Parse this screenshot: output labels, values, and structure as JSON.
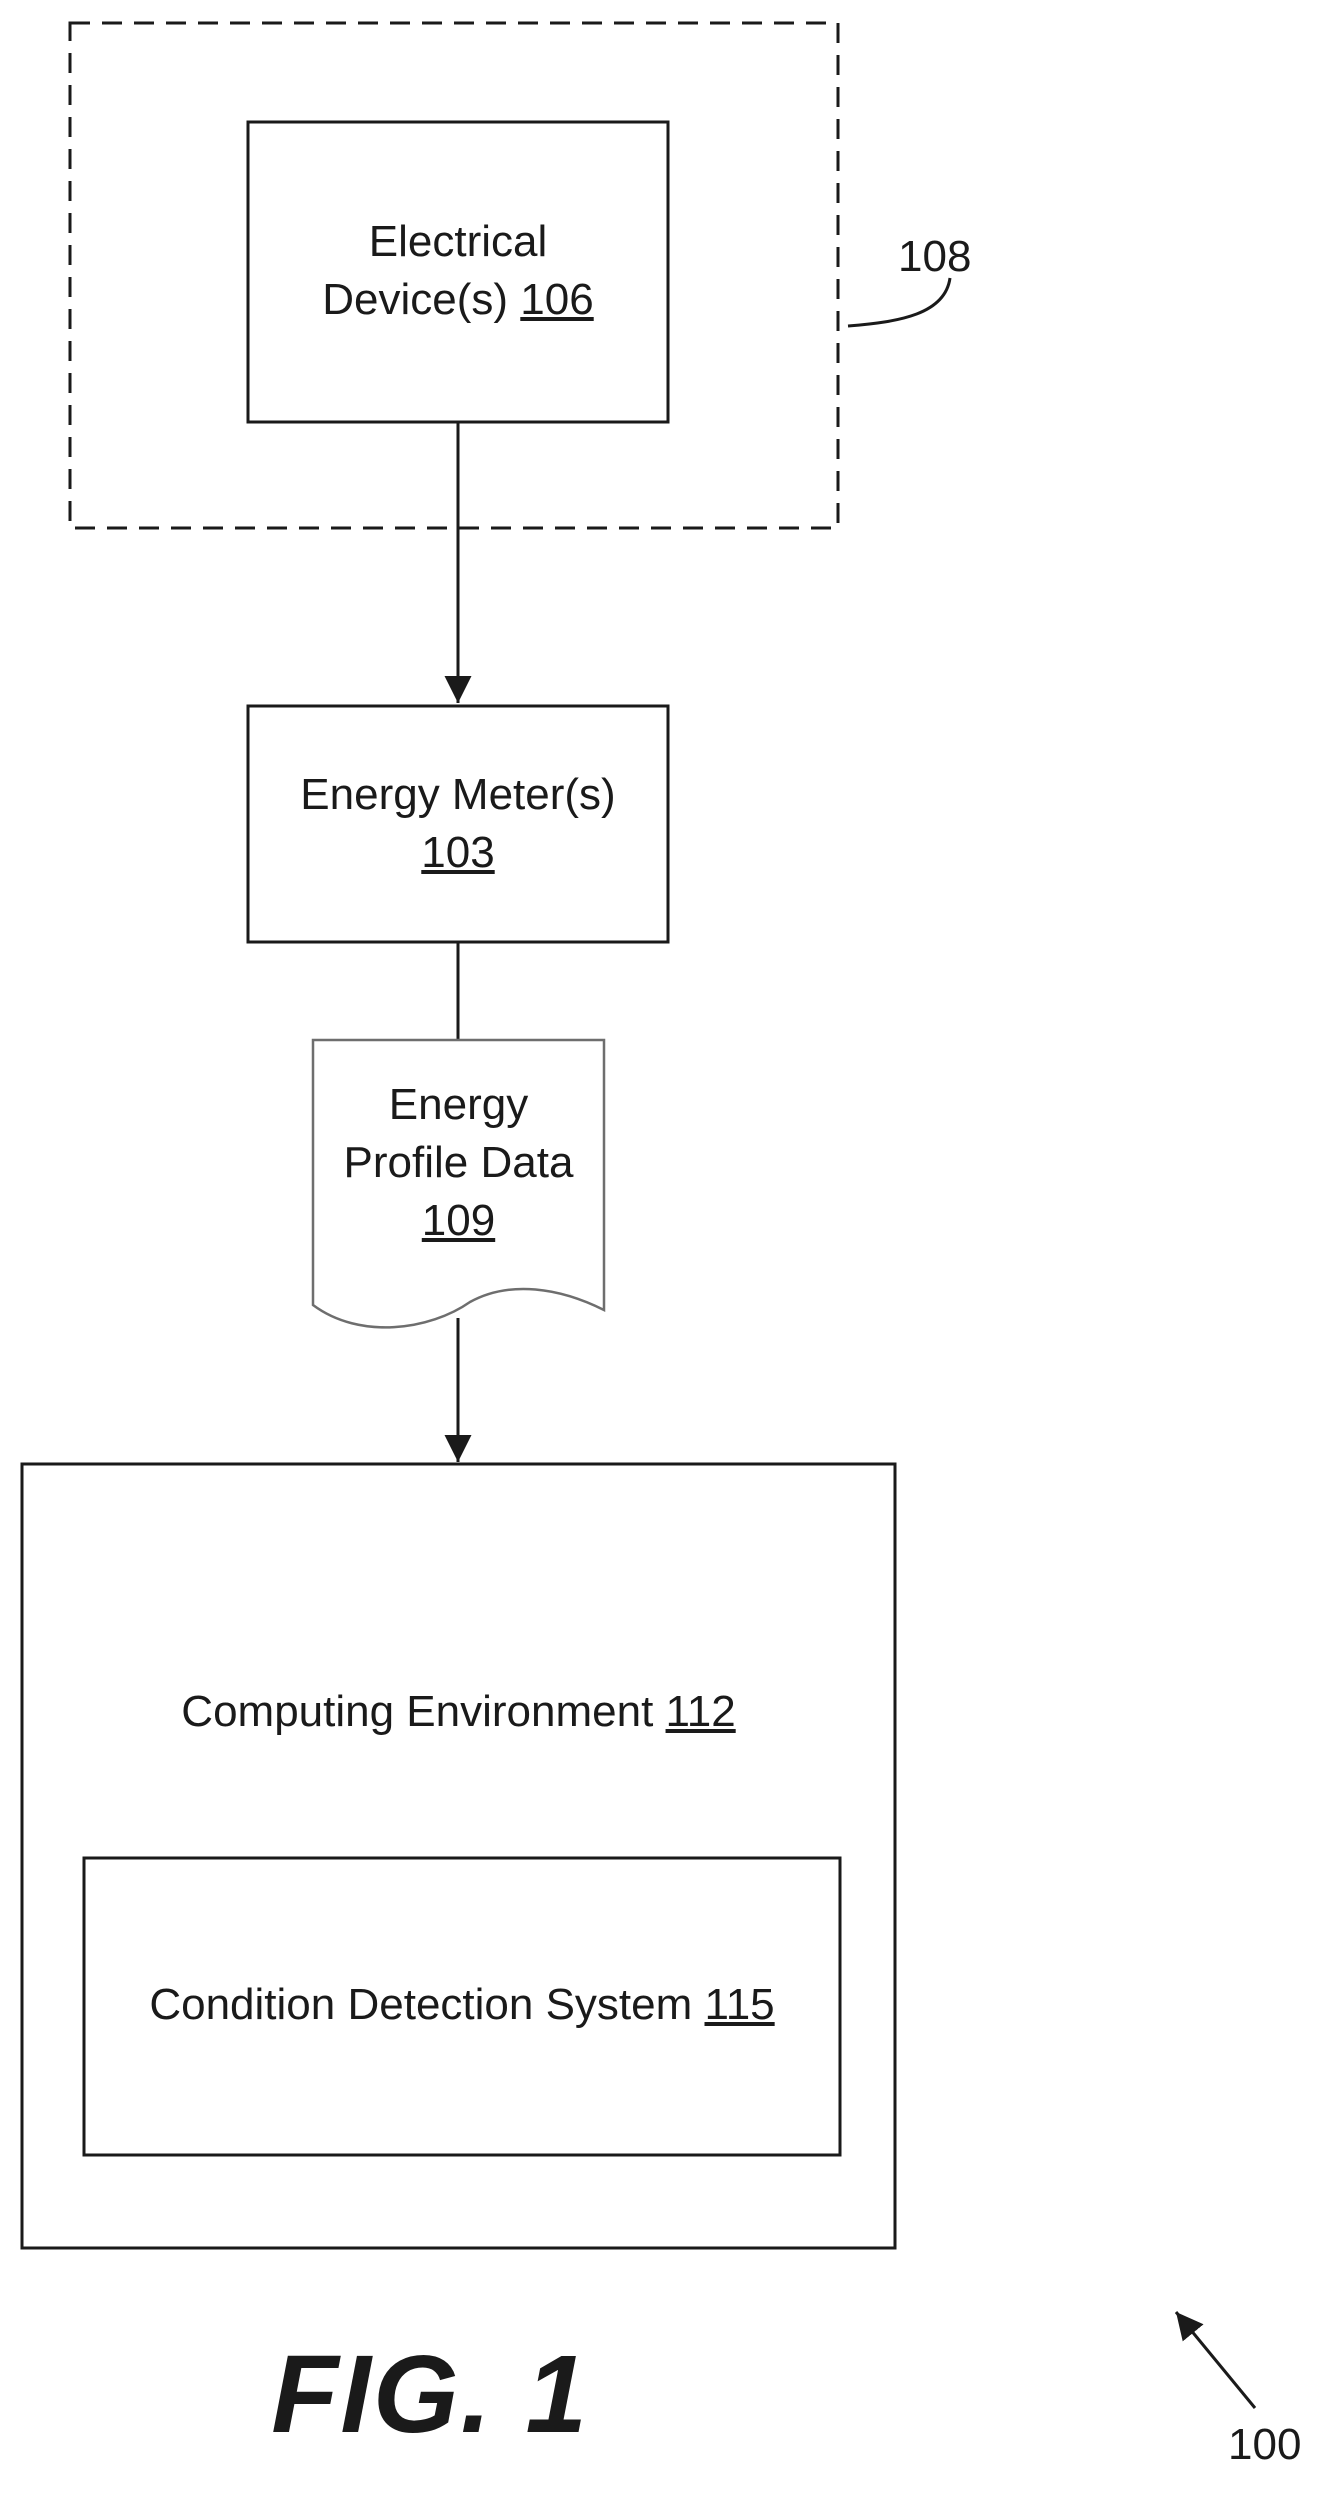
{
  "blocks": {
    "electrical_device": {
      "line1": "Electrical",
      "line2_text": "Device(s) ",
      "ref": "106"
    },
    "energy_meter": {
      "line1": "Energy Meter(s)",
      "ref": "103"
    },
    "energy_profile_data": {
      "line1": "Energy",
      "line2": "Profile Data",
      "ref": "109"
    },
    "computing_environment": {
      "text": "Computing Environment ",
      "ref": "112"
    },
    "condition_detection_system": {
      "text": "Condition Detection System ",
      "ref": "115"
    }
  },
  "callouts": {
    "boundary_ref": "108",
    "figure_ref": "100"
  },
  "figure_label": "FIG. 1"
}
